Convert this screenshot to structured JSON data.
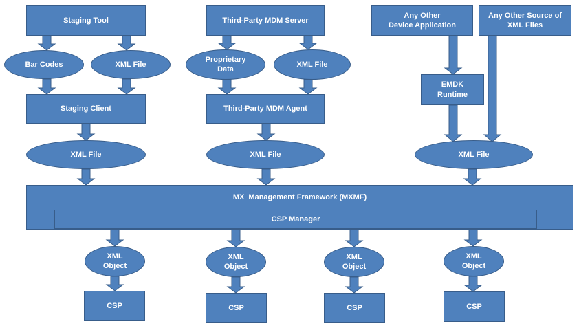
{
  "colors": {
    "fill": "#4f81bd",
    "stroke": "#385d8a",
    "text": "#ffffff"
  },
  "sources": {
    "staging_tool": "Staging Tool",
    "mdm_server": "Third-Party MDM Server",
    "other_app": "Any Other\nDevice Application",
    "other_source": "Any Other Source of\nXML Files"
  },
  "inputs": {
    "bar_codes": "Bar Codes",
    "xml_file_1": "XML File",
    "proprietary_data": "Proprietary\nData",
    "xml_file_2": "XML File"
  },
  "clients": {
    "staging_client": "Staging Client",
    "mdm_agent": "Third-Party MDM Agent",
    "emdk_runtime": "EMDK\nRuntime"
  },
  "xml_files": {
    "left": "XML File",
    "middle": "XML File",
    "right": "XML File"
  },
  "framework": {
    "title": "MX  Management Framework (MXMF)",
    "csp_manager": "CSP Manager"
  },
  "xml_objects": [
    "XML\nObject",
    "XML\nObject",
    "XML\nObject",
    "XML\nObject"
  ],
  "csps": [
    "CSP",
    "CSP",
    "CSP",
    "CSP"
  ]
}
